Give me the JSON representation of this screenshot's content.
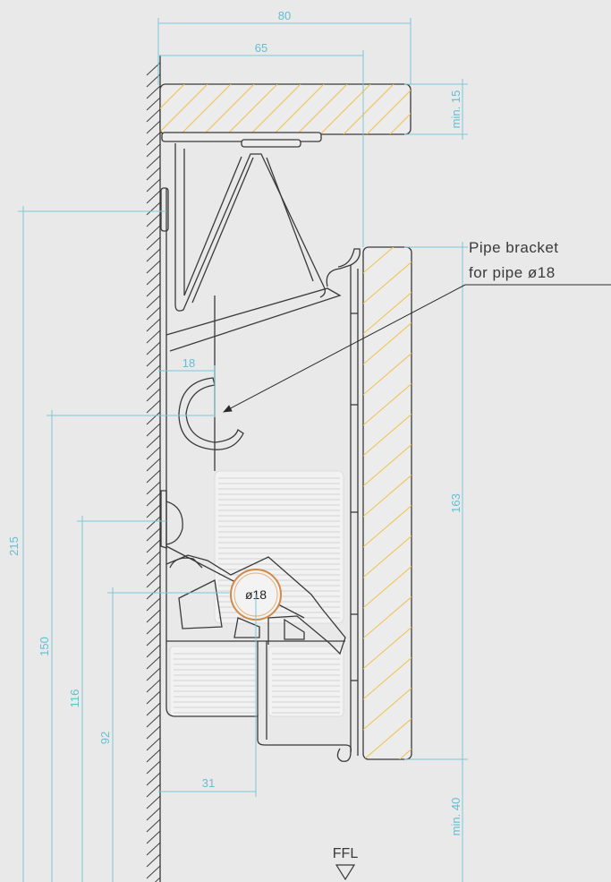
{
  "callout": {
    "line1": "Pipe bracket",
    "line2": "for pipe ø18"
  },
  "dimensions": {
    "width_total": "80",
    "width_inner": "65",
    "top_thickness": "min. 15",
    "bracket_offset": "18",
    "pipe_offset": "31",
    "pipe_diameter": "ø18",
    "height_215": "215",
    "height_150": "150",
    "height_116": "116",
    "height_92": "92",
    "front_height": "163",
    "floor_gap": "min. 40"
  },
  "floor_label": "FFL",
  "colors": {
    "dimension": "#62bfd1",
    "wood_hatch": "#f0c24a",
    "pipe": "#d08a4a",
    "outline": "#3a3a3a"
  }
}
